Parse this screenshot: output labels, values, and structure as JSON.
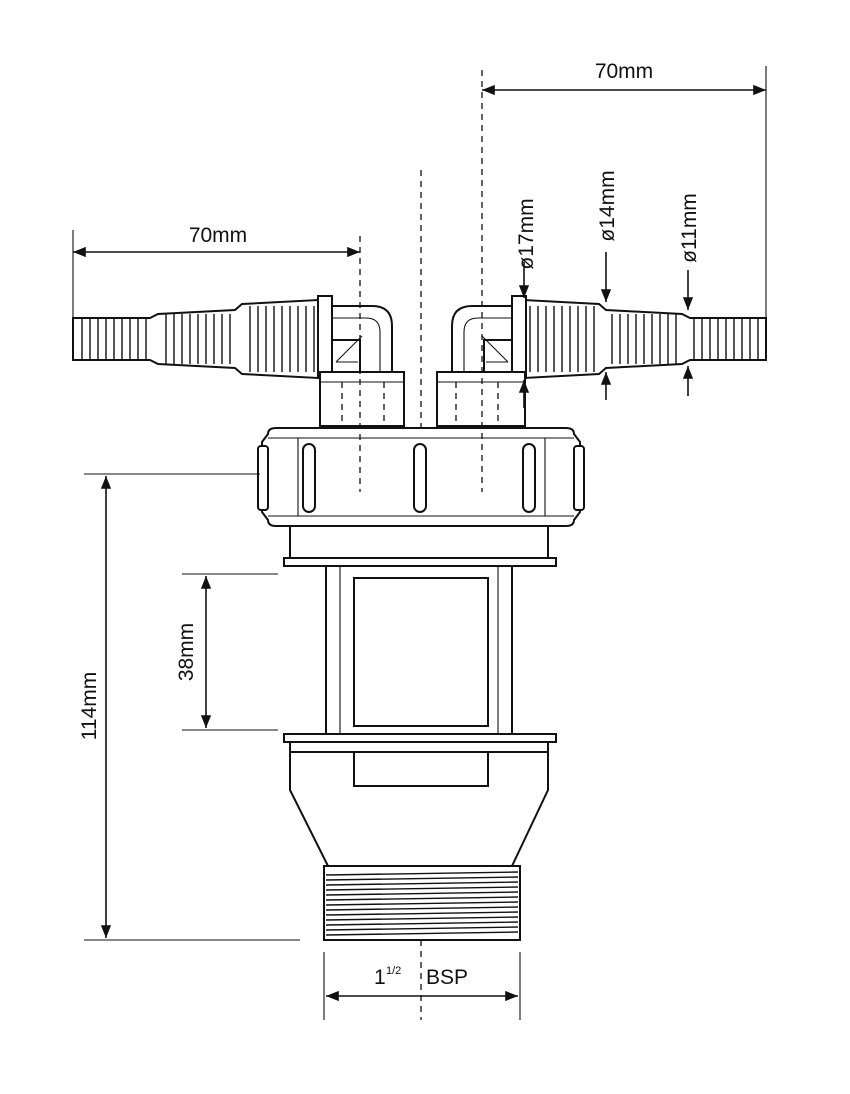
{
  "dimensions": {
    "left_hose_length": "70mm",
    "right_hose_length": "70mm",
    "diameter_17": "ø17mm",
    "diameter_14": "ø14mm",
    "diameter_11": "ø11mm",
    "window_height": "38mm",
    "total_height": "114mm",
    "thread_size_main": "1",
    "thread_size_fraction": "1/2",
    "thread_standard": "BSP"
  }
}
